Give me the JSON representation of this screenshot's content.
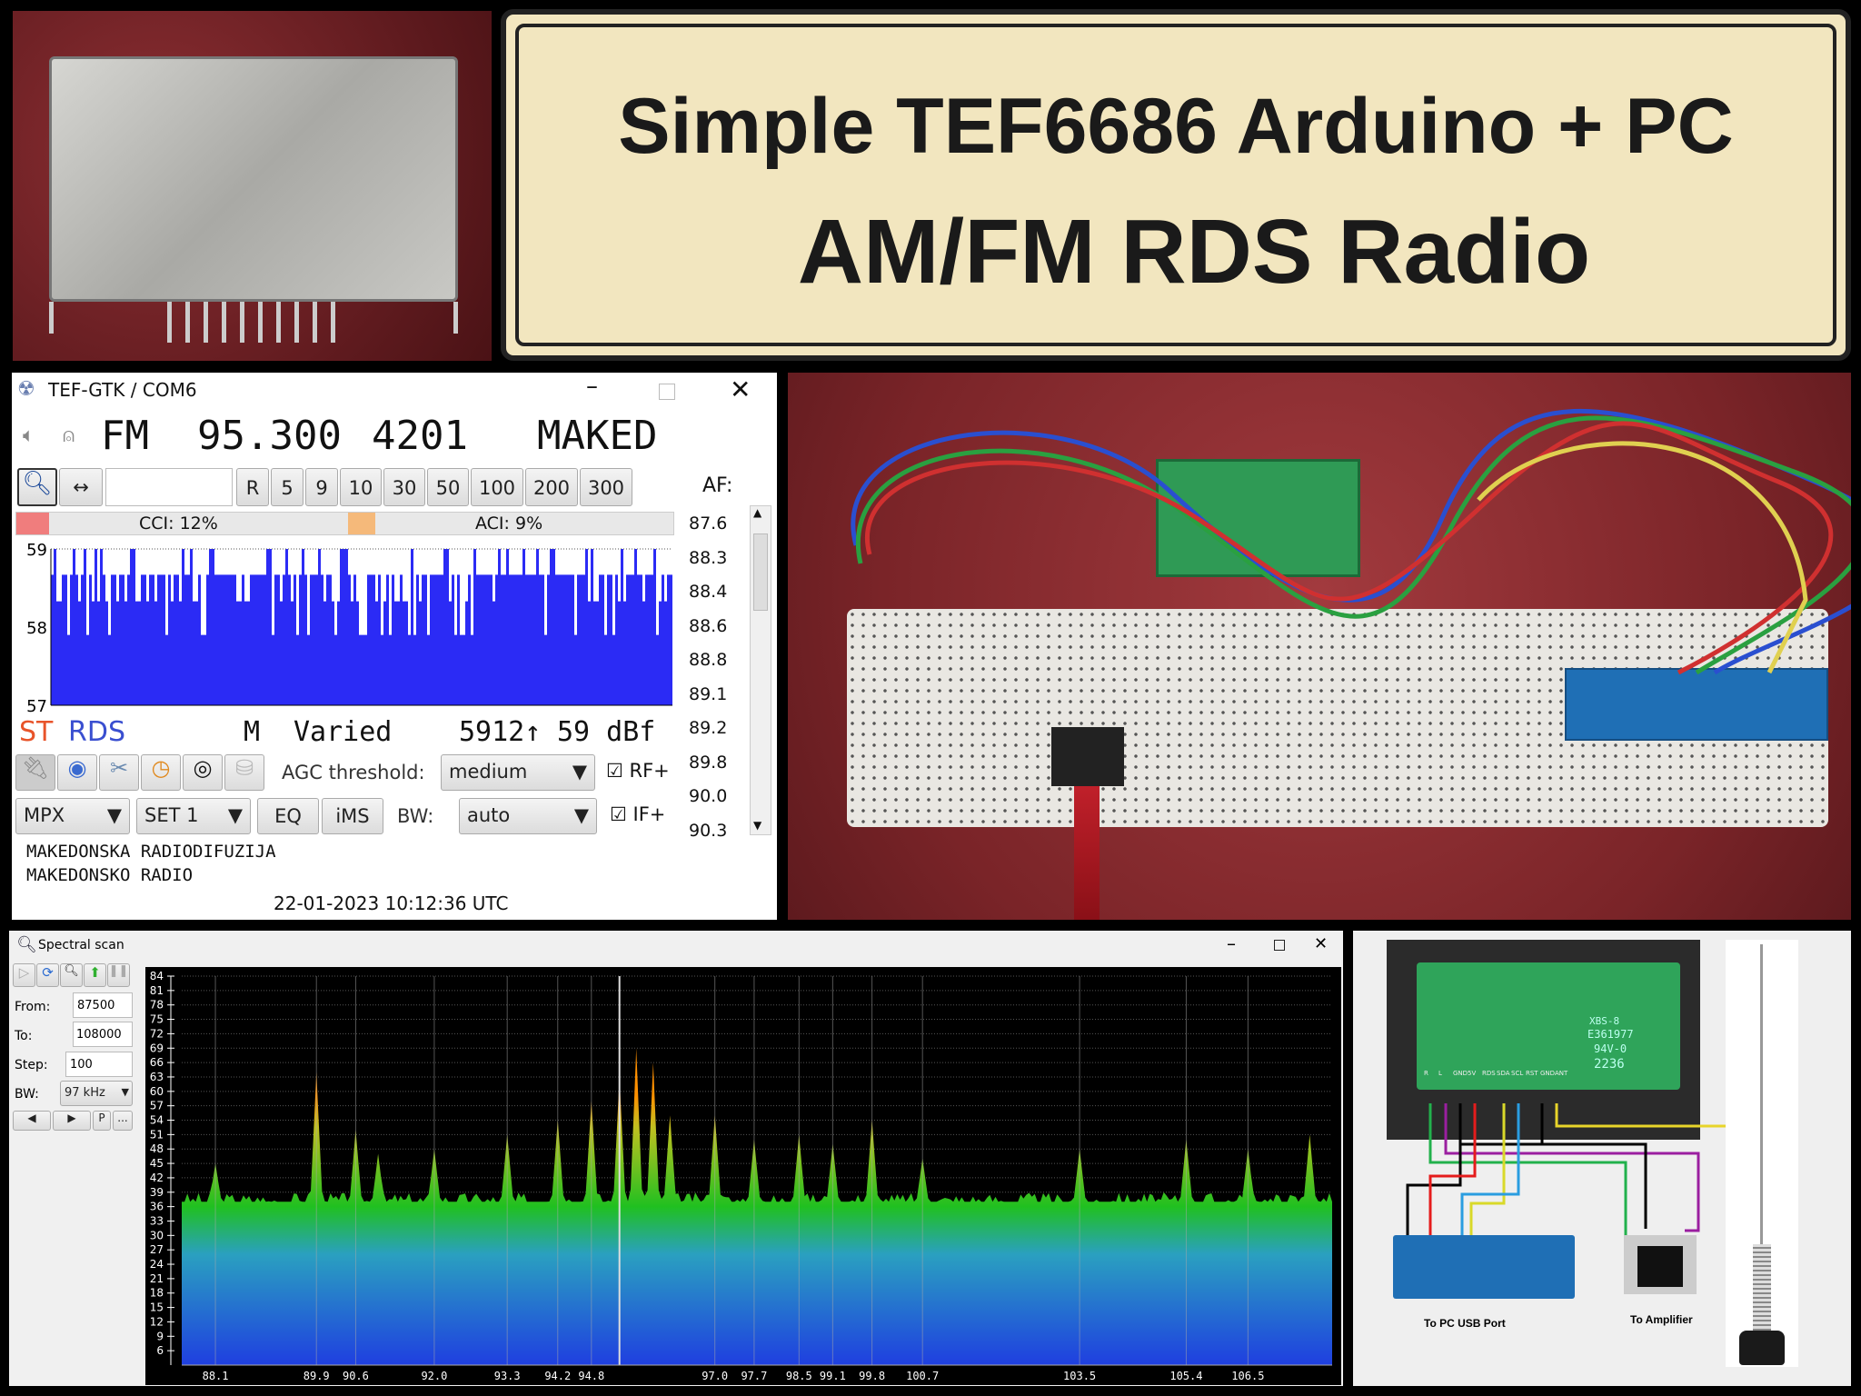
{
  "title_panel": {
    "line1": "Simple TEF6686 Arduino + PC",
    "line2": "AM/FM RDS Radio"
  },
  "tef": {
    "window_title": "TEF-GTK / COM6",
    "mode": "FM",
    "frequency": "95.300",
    "pi": "4201",
    "ps": "MAKED",
    "search_value": "",
    "step_buttons": [
      "R",
      "5",
      "9",
      "10",
      "30",
      "50",
      "100",
      "200",
      "300"
    ],
    "af_label": "AF:",
    "cci": "CCI: 12%",
    "aci": "ACI: 9%",
    "af_list": [
      "87.6",
      "88.3",
      "88.4",
      "88.6",
      "88.8",
      "89.1",
      "89.2",
      "89.8",
      "90.0",
      "90.3"
    ],
    "graph": {
      "y_ticks": [
        "59",
        "58",
        "57"
      ],
      "ylim": [
        57,
        59
      ],
      "color": "#2b2bf5"
    },
    "st": "ST",
    "rds": "RDS",
    "tp": "M",
    "pty": "Varied",
    "pi_status": "5912↑",
    "level": "59 dBf",
    "agc_label": "AGC threshold:",
    "agc_value": "medium",
    "rf_plus": "RF+",
    "rf_checked": true,
    "mpx_value": "MPX",
    "set_value": "SET 1",
    "eq": "EQ",
    "ims": "iMS",
    "bw_label": "BW:",
    "bw_value": "auto",
    "if_plus": "IF+",
    "if_checked": true,
    "rt1": "MAKEDONSKA RADIODIFUZIJA",
    "rt2": "MAKEDONSKO RADIO",
    "timestamp": "22-01-2023 10:12:36 UTC",
    "colors": {
      "st": "#e8542a",
      "rds": "#3a4fd0",
      "cci": "#f07d7d",
      "aci": "#f5b97a"
    }
  },
  "spectral": {
    "window_title": "Spectral scan",
    "from_label": "From:",
    "from_value": "87500",
    "to_label": "To:",
    "to_value": "108000",
    "step_label": "Step:",
    "step_value": "100",
    "bw_label": "BW:",
    "bw_value": "97 kHz",
    "p_button": "P",
    "more_button": "..."
  },
  "chart_data": {
    "type": "area",
    "xlim": [
      87.5,
      108.0
    ],
    "ylim": [
      6,
      84
    ],
    "y_ticks": [
      84,
      81,
      78,
      75,
      72,
      69,
      66,
      63,
      60,
      57,
      54,
      51,
      48,
      45,
      42,
      39,
      36,
      33,
      30,
      27,
      24,
      21,
      18,
      15,
      12,
      9,
      6
    ],
    "x_tick_labels": [
      "88.1",
      "89.9",
      "90.6",
      "92.0",
      "93.3",
      "94.2",
      "94.8",
      "97.0",
      "97.7",
      "98.5",
      "99.1",
      "99.8",
      "100.7",
      "103.5",
      "105.4",
      "106.5"
    ],
    "baseline_dBf": 37,
    "peaks": [
      [
        88.1,
        45
      ],
      [
        89.9,
        64
      ],
      [
        90.6,
        52
      ],
      [
        91.0,
        47
      ],
      [
        92.0,
        48
      ],
      [
        93.3,
        51
      ],
      [
        94.2,
        54
      ],
      [
        94.8,
        58
      ],
      [
        95.3,
        63
      ],
      [
        95.6,
        69
      ],
      [
        95.9,
        66
      ],
      [
        96.2,
        55
      ],
      [
        97.0,
        55
      ],
      [
        97.7,
        50
      ],
      [
        98.5,
        51
      ],
      [
        99.1,
        49
      ],
      [
        99.8,
        54
      ],
      [
        100.7,
        46
      ],
      [
        103.5,
        48
      ],
      [
        105.4,
        50
      ],
      [
        106.5,
        48
      ],
      [
        107.6,
        51
      ]
    ],
    "cursor_mhz": 95.3,
    "grid": true,
    "fill_gradient": [
      "#1f3fe0",
      "#20c020",
      "#ff9000"
    ]
  },
  "diagram": {
    "pin_labels": [
      "R",
      "L",
      "GND",
      "5V",
      "RDS",
      "SDA",
      "SCL",
      "RST",
      "GND",
      "ANT"
    ],
    "board_text": [
      "XBS-8",
      "E361977",
      "94V-0",
      "2236"
    ],
    "label_usb": "To PC USB Port",
    "label_amp": "To Amplifier",
    "wire_colors": [
      "#22b14c",
      "#9b1fa0",
      "#000000",
      "#e51c1c",
      "#d9d92a",
      "#2a9de0",
      "#e8d52a"
    ]
  }
}
